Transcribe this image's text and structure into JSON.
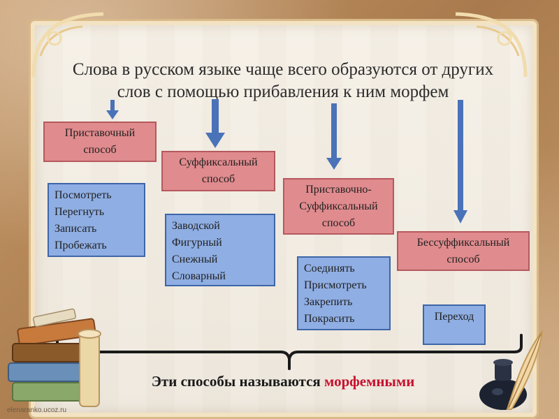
{
  "slide": {
    "title_line1": "Слова в русском языке чаще всего образуются от других",
    "title_line2": "слов с помощью прибавления к ним морфем",
    "methods": [
      {
        "label_line1": "Приставочный",
        "label_line2": "способ",
        "examples": [
          "Посмотреть",
          "Перегнуть",
          "Записать",
          "Пробежать"
        ]
      },
      {
        "label_line1": "Суффиксальный",
        "label_line2": "способ",
        "examples": [
          "Заводской",
          "Фигурный",
          "Снежный",
          "Словарный"
        ]
      },
      {
        "label_line1": "Приставочно-",
        "label_line2": "Суффиксальный",
        "label_line3": "способ",
        "examples": [
          "Соединять",
          "Присмотреть",
          "Закрепить",
          "Покрасить"
        ]
      },
      {
        "label_line1": "Бессуффиксальный",
        "label_line2": "способ",
        "examples": [
          "Переход"
        ]
      }
    ],
    "conclusion_prefix": "Эти способы называются",
    "conclusion_accent": "морфемными",
    "credit": "elenaranko.ucoz.ru"
  },
  "colors": {
    "method_fill": "#e08b8e",
    "method_border": "#b5595e",
    "example_fill": "#8faee3",
    "example_border": "#3d66a8",
    "arrow": "#4a72b8",
    "accent_text": "#c8102e"
  },
  "icons": [
    "corner-ornament-icon",
    "books-icon",
    "scroll-icon",
    "inkwell-icon",
    "quill-icon",
    "down-arrow-icon",
    "curly-brace-icon"
  ]
}
